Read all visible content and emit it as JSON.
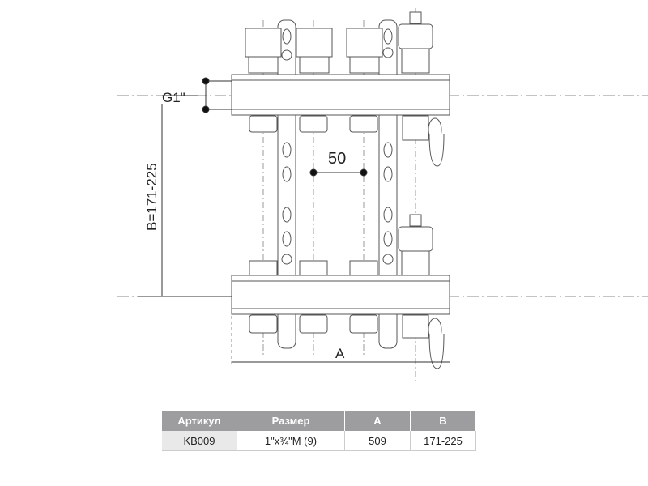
{
  "drawing": {
    "label_g": "G1\"",
    "label_b": "B=171-225",
    "label_spacing": "50",
    "label_a": "A"
  },
  "table": {
    "headers": [
      "Артикул",
      "Размер",
      "A",
      "B"
    ],
    "rows": [
      [
        "KB009",
        "1\"x¾\"M (9)",
        "509",
        "171-225"
      ]
    ]
  },
  "colors": {
    "header_bg": "#9d9d9f",
    "line": "#555555"
  }
}
